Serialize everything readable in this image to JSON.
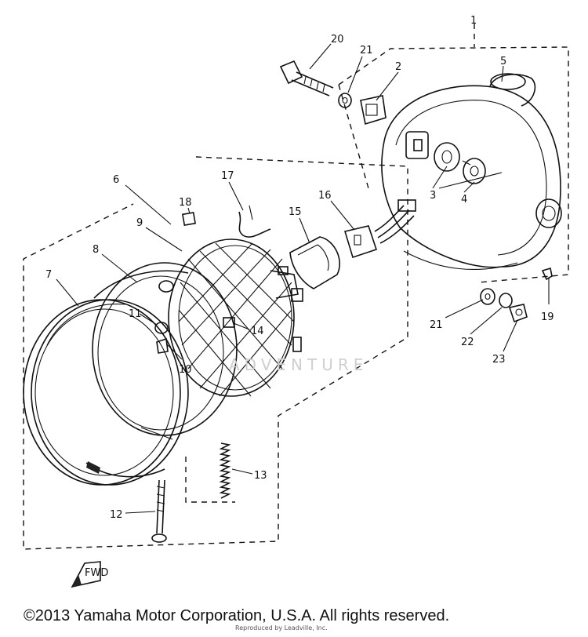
{
  "diagram": {
    "callouts": [
      "20",
      "21",
      "2",
      "5",
      "1",
      "6",
      "18",
      "17",
      "16",
      "15",
      "3",
      "4",
      "9",
      "8",
      "7",
      "11",
      "14",
      "10",
      "21",
      "22",
      "23",
      "19",
      "13",
      "12"
    ],
    "watermark": "ADVENTURE",
    "fwd_label": "FWD"
  },
  "footer": {
    "copyright": "©2013 Yamaha Motor Corporation, U.S.A. All rights reserved.",
    "reproduced": "Reproduced by Leadville, Inc."
  }
}
